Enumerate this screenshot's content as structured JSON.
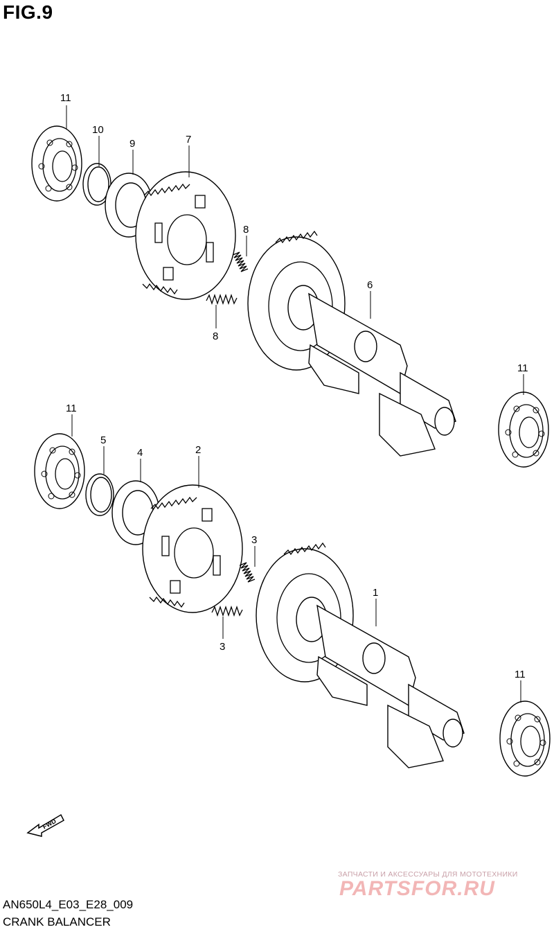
{
  "figure": {
    "title": "FIG.9"
  },
  "callouts": {
    "c11a": "11",
    "c10": "10",
    "c9": "9",
    "c7": "7",
    "c8a": "8",
    "c8b": "8",
    "c6": "6",
    "c11b": "11",
    "c11c": "11",
    "c5": "5",
    "c4": "4",
    "c2": "2",
    "c3a": "3",
    "c3b": "3",
    "c1": "1",
    "c11d": "11"
  },
  "direction_label": "FWD",
  "footer": {
    "code": "AN650L4_E03_E28_009",
    "name": "CRANK BALANCER"
  },
  "watermark": {
    "tagline": "ЗАПЧАСТИ И АКСЕССУАРЫ ДЛЯ МОТОТЕХНИКИ",
    "logo": "PARTSFOR.RU"
  }
}
